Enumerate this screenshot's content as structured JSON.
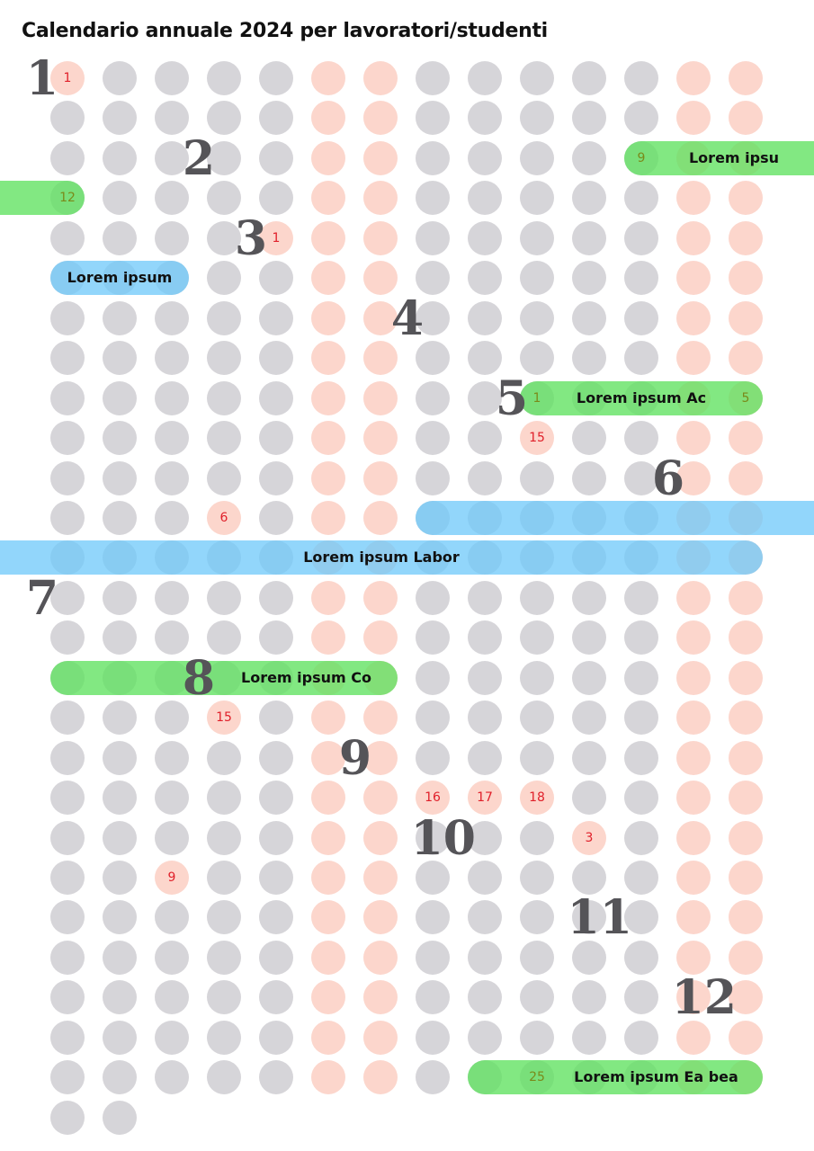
{
  "title": "Calendario annuale 2024 per lavoratori/studenti",
  "year": 2024,
  "first_weekday": "monday",
  "days_per_row": 14,
  "colors": {
    "workday": "#d3d2d6",
    "weekend": "#fcd3c8",
    "holiday_text": "#e0202a",
    "event_day_text": "#7a8a1a",
    "month_number": "#555458",
    "green": "rgba(95,225,95,0.78)",
    "blue": "rgba(110,200,250,0.75)"
  },
  "month_labels": [
    "1",
    "2",
    "3",
    "4",
    "5",
    "6",
    "7",
    "8",
    "9",
    "10",
    "11",
    "12"
  ],
  "holidays": [
    {
      "date": "01-01",
      "label": "1"
    },
    {
      "date": "03-01",
      "label": "1"
    },
    {
      "date": "05-15",
      "label": "15"
    },
    {
      "date": "06-06",
      "label": "6"
    },
    {
      "date": "08-15",
      "label": "15"
    },
    {
      "date": "09-16",
      "label": "16"
    },
    {
      "date": "09-17",
      "label": "17"
    },
    {
      "date": "09-18",
      "label": "18"
    },
    {
      "date": "10-03",
      "label": "3"
    },
    {
      "date": "10-09",
      "label": "9"
    }
  ],
  "events": [
    {
      "label": "Lorem ipsu",
      "color": "green",
      "start": "02-09",
      "end": "02-12",
      "numbered": [
        {
          "date": "02-09",
          "label": "9"
        },
        {
          "date": "02-12",
          "label": "12"
        }
      ]
    },
    {
      "label": "Lorem ipsum",
      "color": "blue",
      "start": "03-11",
      "end": "03-13",
      "numbered": []
    },
    {
      "label": "Lorem ipsum Ac",
      "color": "green",
      "start": "05-01",
      "end": "05-05",
      "numbered": [
        {
          "date": "05-01",
          "label": "1"
        },
        {
          "date": "05-05",
          "label": "5"
        }
      ]
    },
    {
      "label": "Lorem ipsum Labor",
      "color": "blue",
      "start": "06-10",
      "end": "06-30",
      "numbered": []
    },
    {
      "label": "Lorem ipsum Co",
      "color": "green",
      "start": "07-29",
      "end": "08-04",
      "numbered": []
    },
    {
      "label": "Lorem ipsum Ea bea",
      "color": "green",
      "start": "12-24",
      "end": "12-29",
      "numbered": [
        {
          "date": "12-25",
          "label": "25"
        }
      ]
    }
  ]
}
